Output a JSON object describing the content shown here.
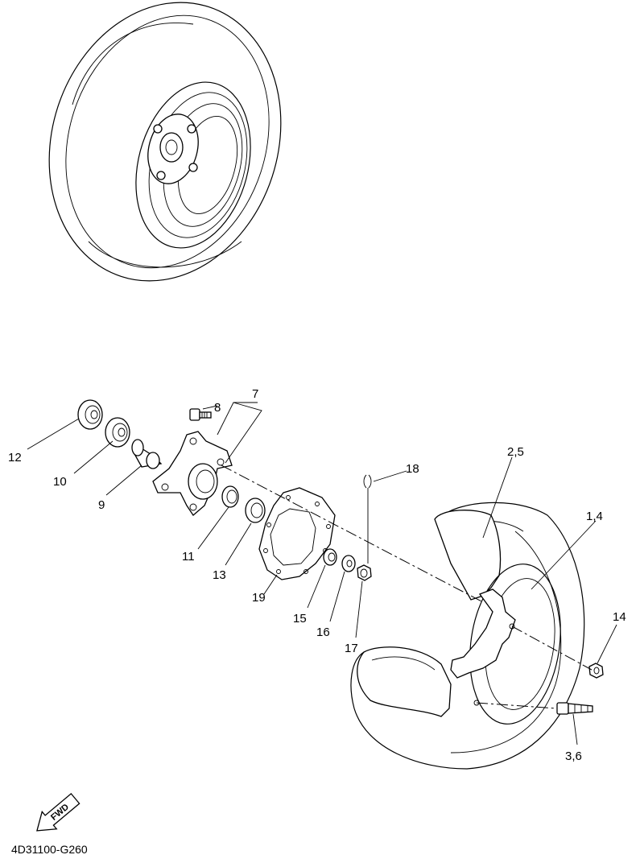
{
  "callouts": [
    {
      "id": "c12",
      "text": "12"
    },
    {
      "id": "c10",
      "text": "10"
    },
    {
      "id": "c9",
      "text": "9"
    },
    {
      "id": "c8",
      "text": "8"
    },
    {
      "id": "c7",
      "text": "7"
    },
    {
      "id": "c11",
      "text": "11"
    },
    {
      "id": "c13",
      "text": "13"
    },
    {
      "id": "c19",
      "text": "19"
    },
    {
      "id": "c15",
      "text": "15"
    },
    {
      "id": "c16",
      "text": "16"
    },
    {
      "id": "c17",
      "text": "17"
    },
    {
      "id": "c18",
      "text": "18"
    },
    {
      "id": "c25",
      "text": "2,5"
    },
    {
      "id": "c14a",
      "text": "1,4"
    },
    {
      "id": "c14",
      "text": "14"
    },
    {
      "id": "c36",
      "text": "3,6"
    }
  ],
  "fwd_label": "FWD",
  "diagram_code": "4D31100-G260"
}
